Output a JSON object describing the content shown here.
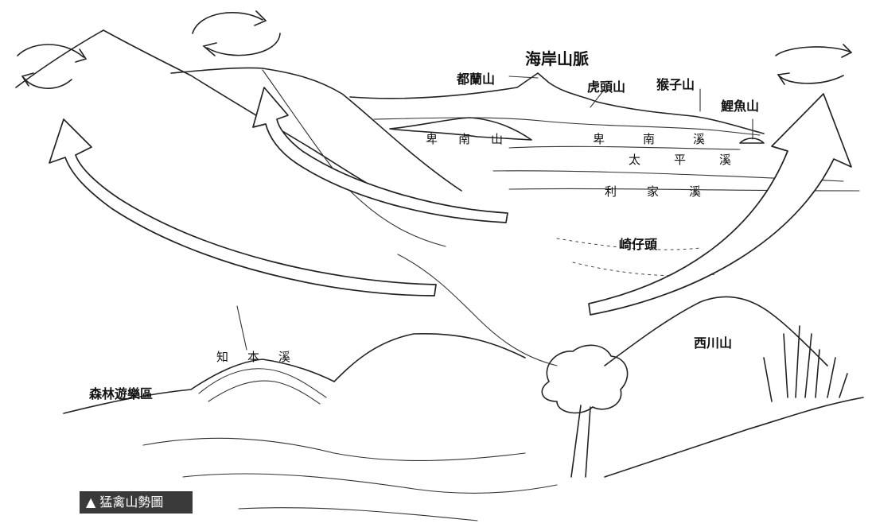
{
  "labels": {
    "coastal_range": "海岸山脈",
    "dulan_mountain": "都蘭山",
    "hutou_mountain": "虎頭山",
    "houzi_mountain": "猴子山",
    "liyu_mountain": "鯉魚山",
    "beinan_mountain": "卑南山",
    "beinan_river": "卑南溪",
    "taiping_river": "太平溪",
    "lijia_river": "利家溪",
    "qizaitou": "崎仔頭",
    "xichuan_mountain": "西川山",
    "zhiben_river": "知本溪",
    "forest_recreation_area": "森林遊樂區"
  },
  "caption": {
    "marker": "▲",
    "text": "猛禽山勢圖"
  }
}
